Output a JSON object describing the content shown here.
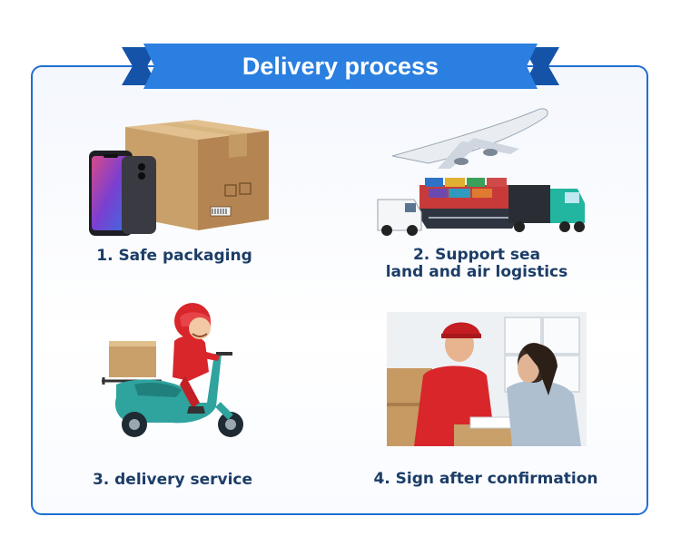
{
  "title": "Delivery process",
  "colors": {
    "brand_blue": "#1f6fd1",
    "caption_text": "#1c3d67",
    "box_cardboard": "#c9a06a",
    "courier_red": "#d8262b",
    "scooter_teal": "#2fa39e"
  },
  "steps": [
    {
      "label": "1. Safe packaging",
      "illustration": "phone-and-cardboard-box"
    },
    {
      "label_line1": "2. Support sea",
      "label_line2": "land and air logistics",
      "illustration": "airplane-ship-truck-van"
    },
    {
      "label": "3. delivery service",
      "illustration": "courier-on-scooter"
    },
    {
      "label": "4. Sign after confirmation",
      "illustration": "customer-signing-package"
    }
  ]
}
